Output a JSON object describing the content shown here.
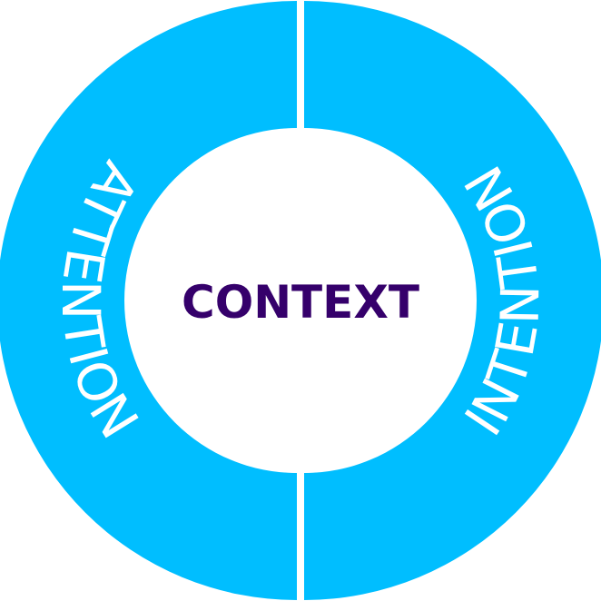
{
  "diagram": {
    "center_label": "CONTEXT",
    "left_segment_label": "ATTENTION",
    "right_segment_label": "INTENTION",
    "colors": {
      "ring": "#00BEFF",
      "center_text": "#35006B",
      "ring_text": "#FFFFFF",
      "background": "#FFFFFF"
    }
  }
}
